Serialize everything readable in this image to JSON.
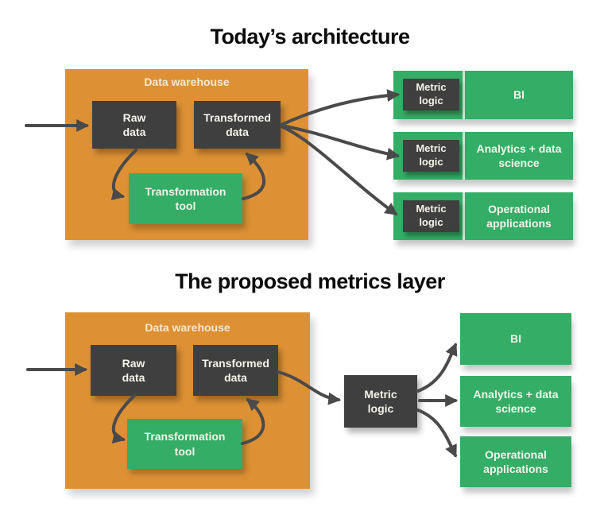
{
  "colors": {
    "orange": "#DD9134",
    "green": "#34AD66",
    "dark": "#3F3F3F",
    "arrow": "#4A4A4A",
    "cream": "#F2E8D5",
    "boxtext": "#F5F2EA",
    "title": "#0B0B0B",
    "bg": "#FFFFFF"
  },
  "top": {
    "title": "Today’s architecture",
    "warehouse_label": "Data warehouse",
    "raw": "Raw\ndata",
    "transformed": "Transformed\ndata",
    "tool": "Transformation\ntool",
    "metric_chip": "Metric\nlogic",
    "endpoints": [
      {
        "label": "BI"
      },
      {
        "label": "Analytics + data\nscience"
      },
      {
        "label": "Operational\napplications"
      }
    ]
  },
  "bottom": {
    "title": "The proposed metrics layer",
    "warehouse_label": "Data warehouse",
    "raw": "Raw\ndata",
    "transformed": "Transformed\ndata",
    "tool": "Transformation\ntool",
    "metric_box": "Metric\nlogic",
    "endpoints": [
      {
        "label": "BI"
      },
      {
        "label": "Analytics + data\nscience"
      },
      {
        "label": "Operational\napplications"
      }
    ]
  }
}
